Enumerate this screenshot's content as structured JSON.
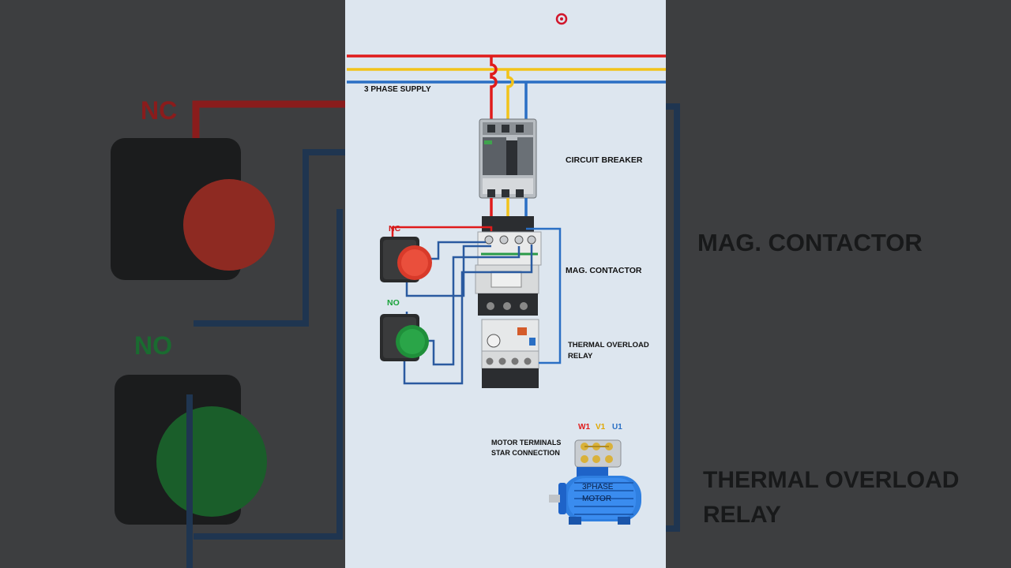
{
  "diagram": {
    "supply_label": "3 PHASE SUPPLY",
    "breaker_label": "CIRCUIT BREAKER",
    "contactor_label": "MAG. CONTACTOR",
    "overload_label_line1": "THERMAL  OVERLOAD",
    "overload_label_line2": "RELAY",
    "nc_label": "NC",
    "no_label": "NO",
    "motor_terminals_line1": "MOTOR TERMINALS",
    "motor_terminals_line2": "STAR CONNECTION",
    "terminal_w1": "W1",
    "terminal_v1": "V1",
    "terminal_u1": "U1",
    "motor_line1": "3PHASE",
    "motor_line2": "MOTOR",
    "colors": {
      "red": "#e01b1b",
      "yellow": "#f2c31a",
      "blue": "#2a6fc4",
      "green": "#1aa33a"
    }
  },
  "background": {
    "nc_label": "NC",
    "no_label": "NO",
    "contactor_label": "MAG. CONTACTOR",
    "overload_line1": "THERMAL  OVERLOAD",
    "overload_line2": "RELAY"
  }
}
